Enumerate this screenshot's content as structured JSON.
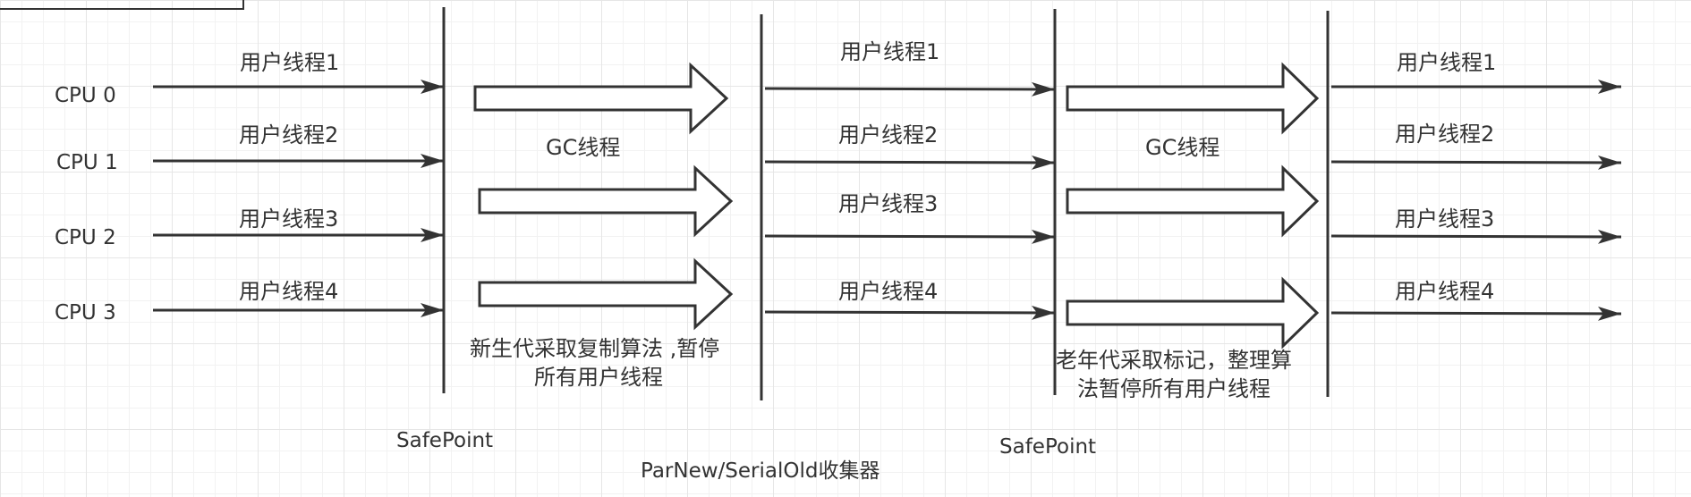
{
  "cpus": [
    "CPU  0",
    "CPU  1",
    "CPU  2",
    "CPU  3"
  ],
  "threads": [
    "用户线程1",
    "用户线程2",
    "用户线程3",
    "用户线程4"
  ],
  "phase2": {
    "gc_label": "GC线程",
    "note_lines": [
      "新生代采取复制算法 ,暂停",
      "所有用户线程"
    ]
  },
  "phase4": {
    "gc_label": "GC线程",
    "note_lines": [
      "老年代采取标记，整理算",
      "法暂停所有用户线程"
    ]
  },
  "safepoint_left": "SafePoint",
  "safepoint_right": "SafePoint",
  "caption": "ParNew/SerialOld收集器",
  "colors": {
    "line": "#333333",
    "grid": "#e6e6e6",
    "background": "#ffffff"
  }
}
